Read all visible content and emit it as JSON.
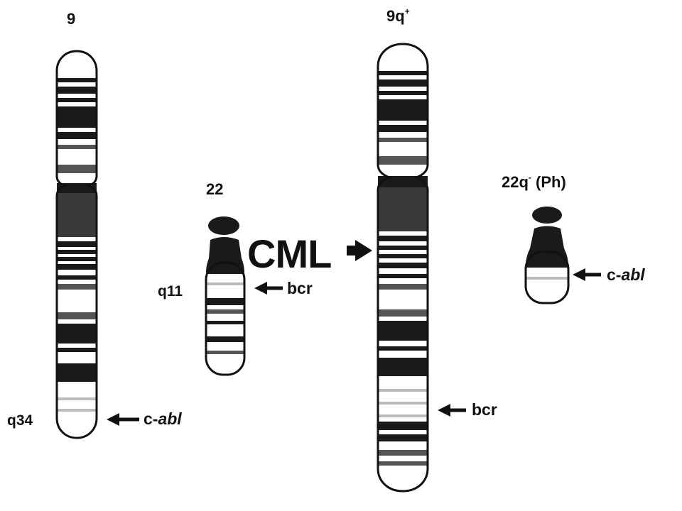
{
  "chromosomes": {
    "chr9": {
      "label": "9",
      "band_label": "q34",
      "gene": "c-abl"
    },
    "chr22": {
      "label": "22",
      "band_label": "q11",
      "gene": "bcr"
    },
    "chr9q": {
      "label_main": "9q",
      "label_sup": "+",
      "gene": "bcr"
    },
    "chr22q": {
      "label_main": "22q",
      "label_sup": "-",
      "label_tail": "(Ph)",
      "gene": "c-abl"
    }
  },
  "process_label": "CML",
  "gene_prefix_c": "c-",
  "gene_abl": "abl",
  "colors": {
    "band_dark": "#1a1a1a",
    "band_mid": "#555555",
    "band_light": "#bbbbbb",
    "outline": "#111111"
  }
}
